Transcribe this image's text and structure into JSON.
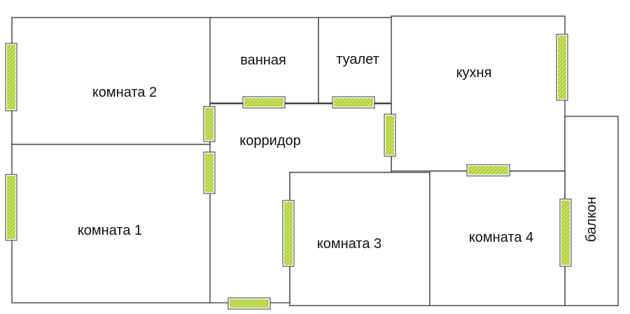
{
  "rooms": {
    "room2": "комната 2",
    "bathroom": "ванная",
    "toilet": "туалет",
    "kitchen": "кухня",
    "corridor": "корридор",
    "room1": "комната 1",
    "room3": "комната 3",
    "room4": "комната 4",
    "balcony": "балкон"
  },
  "colors": {
    "door_fill": "#c8e05a",
    "door_hatch": "#8fb832",
    "wall": "#333333"
  }
}
